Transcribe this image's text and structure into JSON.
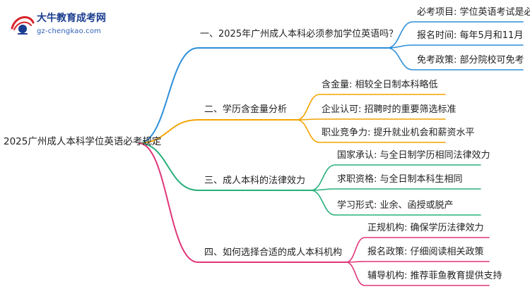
{
  "logo": {
    "title": "大牛教育成考网",
    "url_text": "gz-chengkao.com"
  },
  "root": "2025广州成人本科学位英语必考规定",
  "colors": {
    "branch1": "#2b8fd9",
    "branch2": "#f2a400",
    "branch3": "#27b07a",
    "branch4": "#e0357a"
  },
  "branches": [
    {
      "label": "一、2025年广州成人本科必须参加学位英语吗？",
      "children": [
        "必考项目: 学位英语考试是必考",
        "报名时间: 每年5月和11月",
        "免考政策: 部分院校可免考"
      ]
    },
    {
      "label": "二、学历含金量分析",
      "children": [
        "含金量: 相较全日制本科略低",
        "企业认可: 招聘时的重要筛选标准",
        "职业竞争力: 提升就业机会和薪资水平"
      ]
    },
    {
      "label": "三、成人本科的法律效力",
      "children": [
        "国家承认: 与全日制学历相同法律效力",
        "求职资格: 与全日制本科生相同",
        "学习形式: 业余、函授或脱产"
      ]
    },
    {
      "label": "四、如何选择合适的成人本科机构",
      "children": [
        "正规机构: 确保学历法律效力",
        "报名政策: 仔细阅读相关政策",
        "辅导机构: 推荐菲鱼教育提供支持"
      ]
    }
  ]
}
